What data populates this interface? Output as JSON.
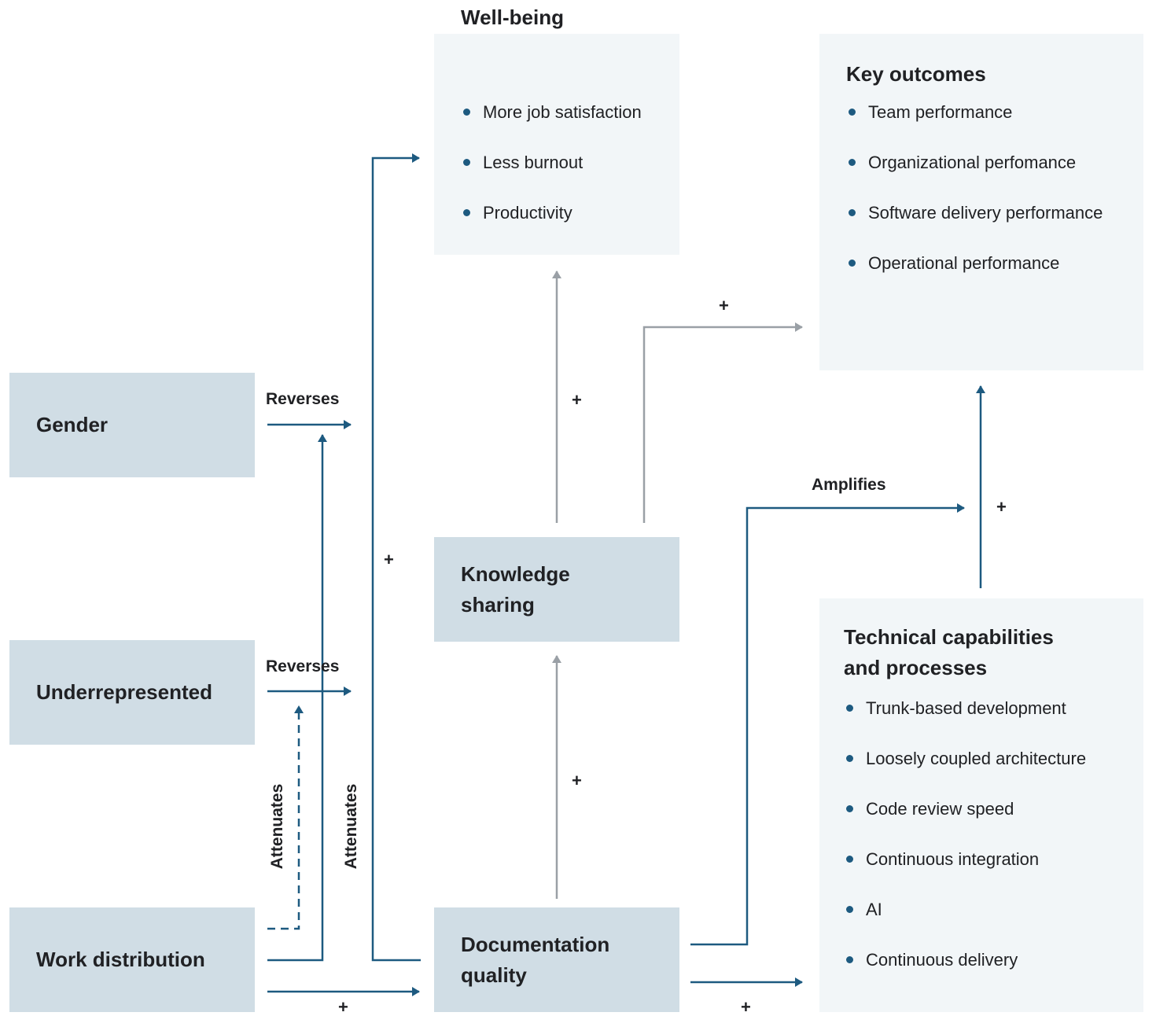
{
  "boxes": {
    "wellbeing": {
      "title": "Well-being",
      "items": [
        "More job satisfaction",
        "Less burnout",
        "Productivity"
      ]
    },
    "key_outcomes": {
      "title": "Key outcomes",
      "items": [
        "Team performance",
        "Organizational perfomance",
        "Software delivery performance",
        "Operational performance"
      ]
    },
    "gender": {
      "title": "Gender"
    },
    "underrepresented": {
      "title": "Underrepresented"
    },
    "work_distribution": {
      "title": "Work distribution"
    },
    "knowledge_sharing": {
      "title": "Knowledge sharing"
    },
    "documentation_quality": {
      "title": "Documentation quality"
    },
    "technical": {
      "title": "Technical capabilities and processes",
      "items": [
        "Trunk-based development",
        "Loosely coupled architecture",
        "Code review speed",
        "Continuous integration",
        "AI",
        "Continuous delivery"
      ]
    }
  },
  "edge_labels": {
    "reverses_gender": "Reverses",
    "reverses_underrepresented": "Reverses",
    "attenuates_left": "Attenuates",
    "attenuates_right": "Attenuates",
    "amplifies": "Amplifies",
    "plus": "+"
  },
  "colors": {
    "dark_box": "#d0dde5",
    "light_box": "#f2f6f8",
    "blue_arrow": "#1d5a80",
    "gray_arrow": "#9aa0a6",
    "bullet": "#1d5a80"
  }
}
